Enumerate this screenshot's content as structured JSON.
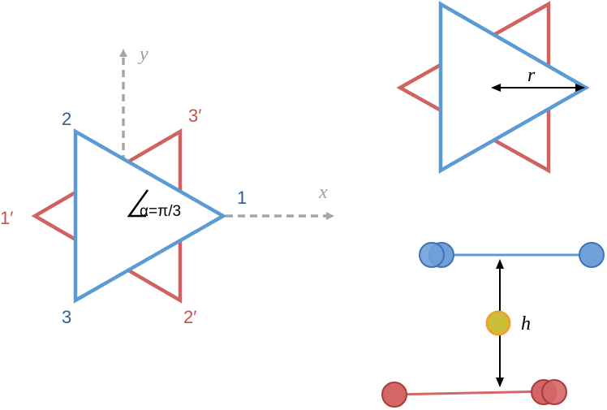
{
  "colors": {
    "blue": "#5b9bd5",
    "red": "#d0635f",
    "axis": "#a6a6a6",
    "label_blue": "#2e5f8f",
    "label_red": "#c9504b",
    "atom_blue": "#6fa0d8",
    "atom_red": "#d46666",
    "atom_center": "#c9c03a",
    "atom_center_ring": "#f0a030"
  },
  "left_diagram": {
    "axis_x": "x",
    "axis_y": "y",
    "angle": "α=π/3",
    "vertices_blue": [
      "1",
      "2",
      "3"
    ],
    "vertices_red": [
      "1′",
      "2′",
      "3′"
    ]
  },
  "right_top": {
    "radius": "r"
  },
  "right_bottom": {
    "height": "h"
  }
}
